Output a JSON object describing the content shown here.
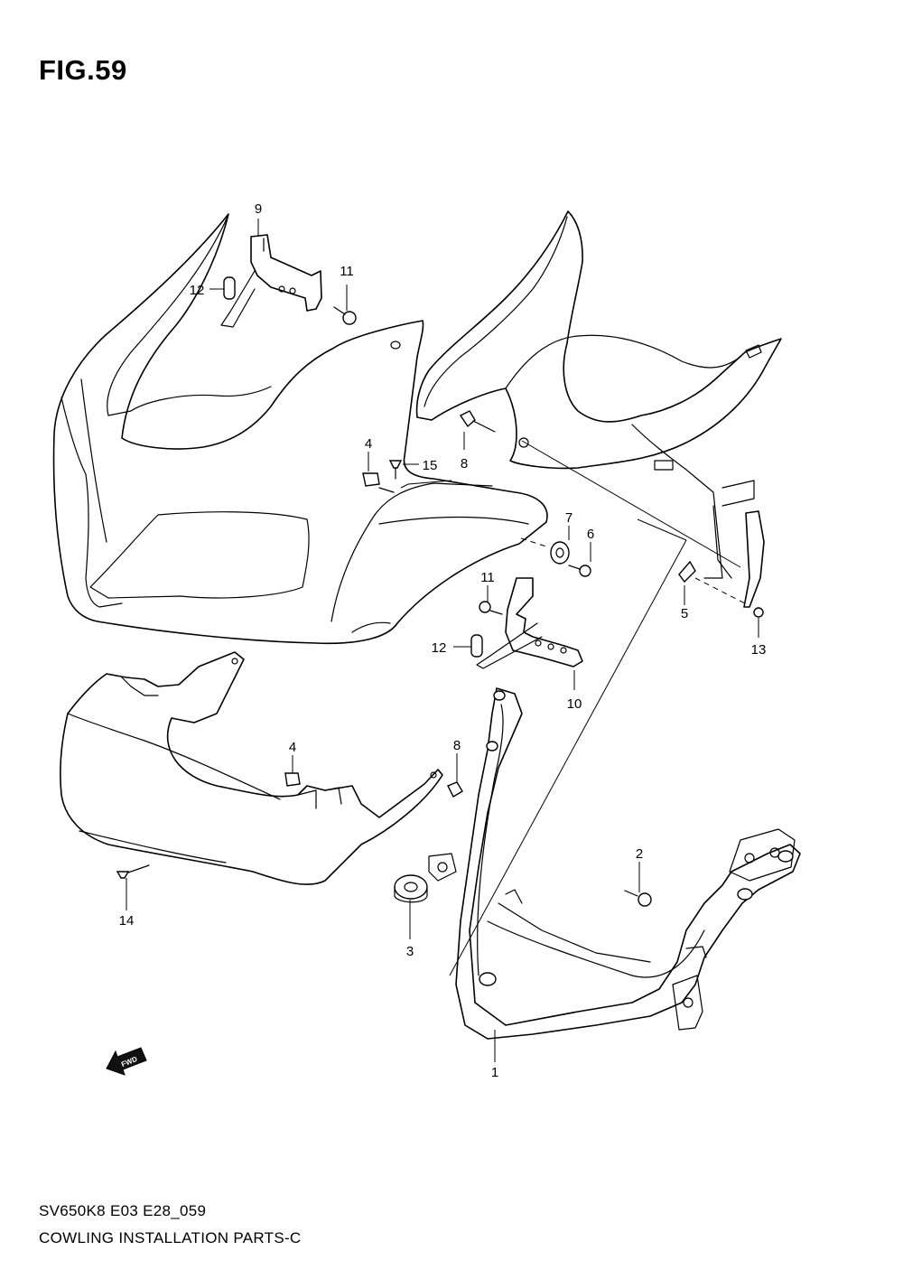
{
  "figure": {
    "title": "FIG.59"
  },
  "direction_badge": "FWD",
  "callouts": [
    {
      "id": "c9a",
      "label": "9"
    },
    {
      "id": "c11a",
      "label": "11"
    },
    {
      "id": "c12a",
      "label": "12"
    },
    {
      "id": "c4a",
      "label": "4"
    },
    {
      "id": "c15",
      "label": "15"
    },
    {
      "id": "c8a",
      "label": "8"
    },
    {
      "id": "c7",
      "label": "7"
    },
    {
      "id": "c6",
      "label": "6"
    },
    {
      "id": "c11b",
      "label": "11"
    },
    {
      "id": "c12b",
      "label": "12"
    },
    {
      "id": "c10",
      "label": "10"
    },
    {
      "id": "c5",
      "label": "5"
    },
    {
      "id": "c13",
      "label": "13"
    },
    {
      "id": "c4b",
      "label": "4"
    },
    {
      "id": "c8b",
      "label": "8"
    },
    {
      "id": "c2",
      "label": "2"
    },
    {
      "id": "c14",
      "label": "14"
    },
    {
      "id": "c3",
      "label": "3"
    },
    {
      "id": "c1",
      "label": "1"
    }
  ],
  "footer": {
    "model_code": "SV650K8 E03 E28_059",
    "section_name": "COWLING INSTALLATION PARTS-C"
  }
}
